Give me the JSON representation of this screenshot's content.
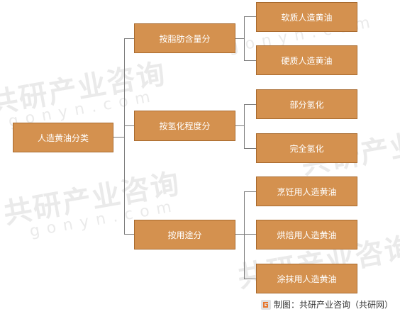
{
  "diagram": {
    "root": {
      "label": "人造黄油分类"
    },
    "categories": [
      {
        "label": "按脂肪含量分",
        "leaves": [
          "软质人造黄油",
          "硬质人造黄油"
        ]
      },
      {
        "label": "按氢化程度分",
        "leaves": [
          "部分氢化",
          "完全氢化"
        ]
      },
      {
        "label": "按用途分",
        "leaves": [
          "烹饪用人造黄油",
          "烘焙用人造黄油",
          "涂抹用人造黄油"
        ]
      }
    ]
  },
  "watermark": {
    "cn": "共研产业咨询",
    "en": "gonyn.com"
  },
  "footer": {
    "label": "制图：共研产业咨询（共研网）",
    "icon": "gonyn-logo-icon"
  },
  "colors": {
    "node_fill": "#d4914f",
    "node_border": "#a86a2e",
    "line": "#7a7a7a",
    "watermark": "#d9d9d9"
  }
}
